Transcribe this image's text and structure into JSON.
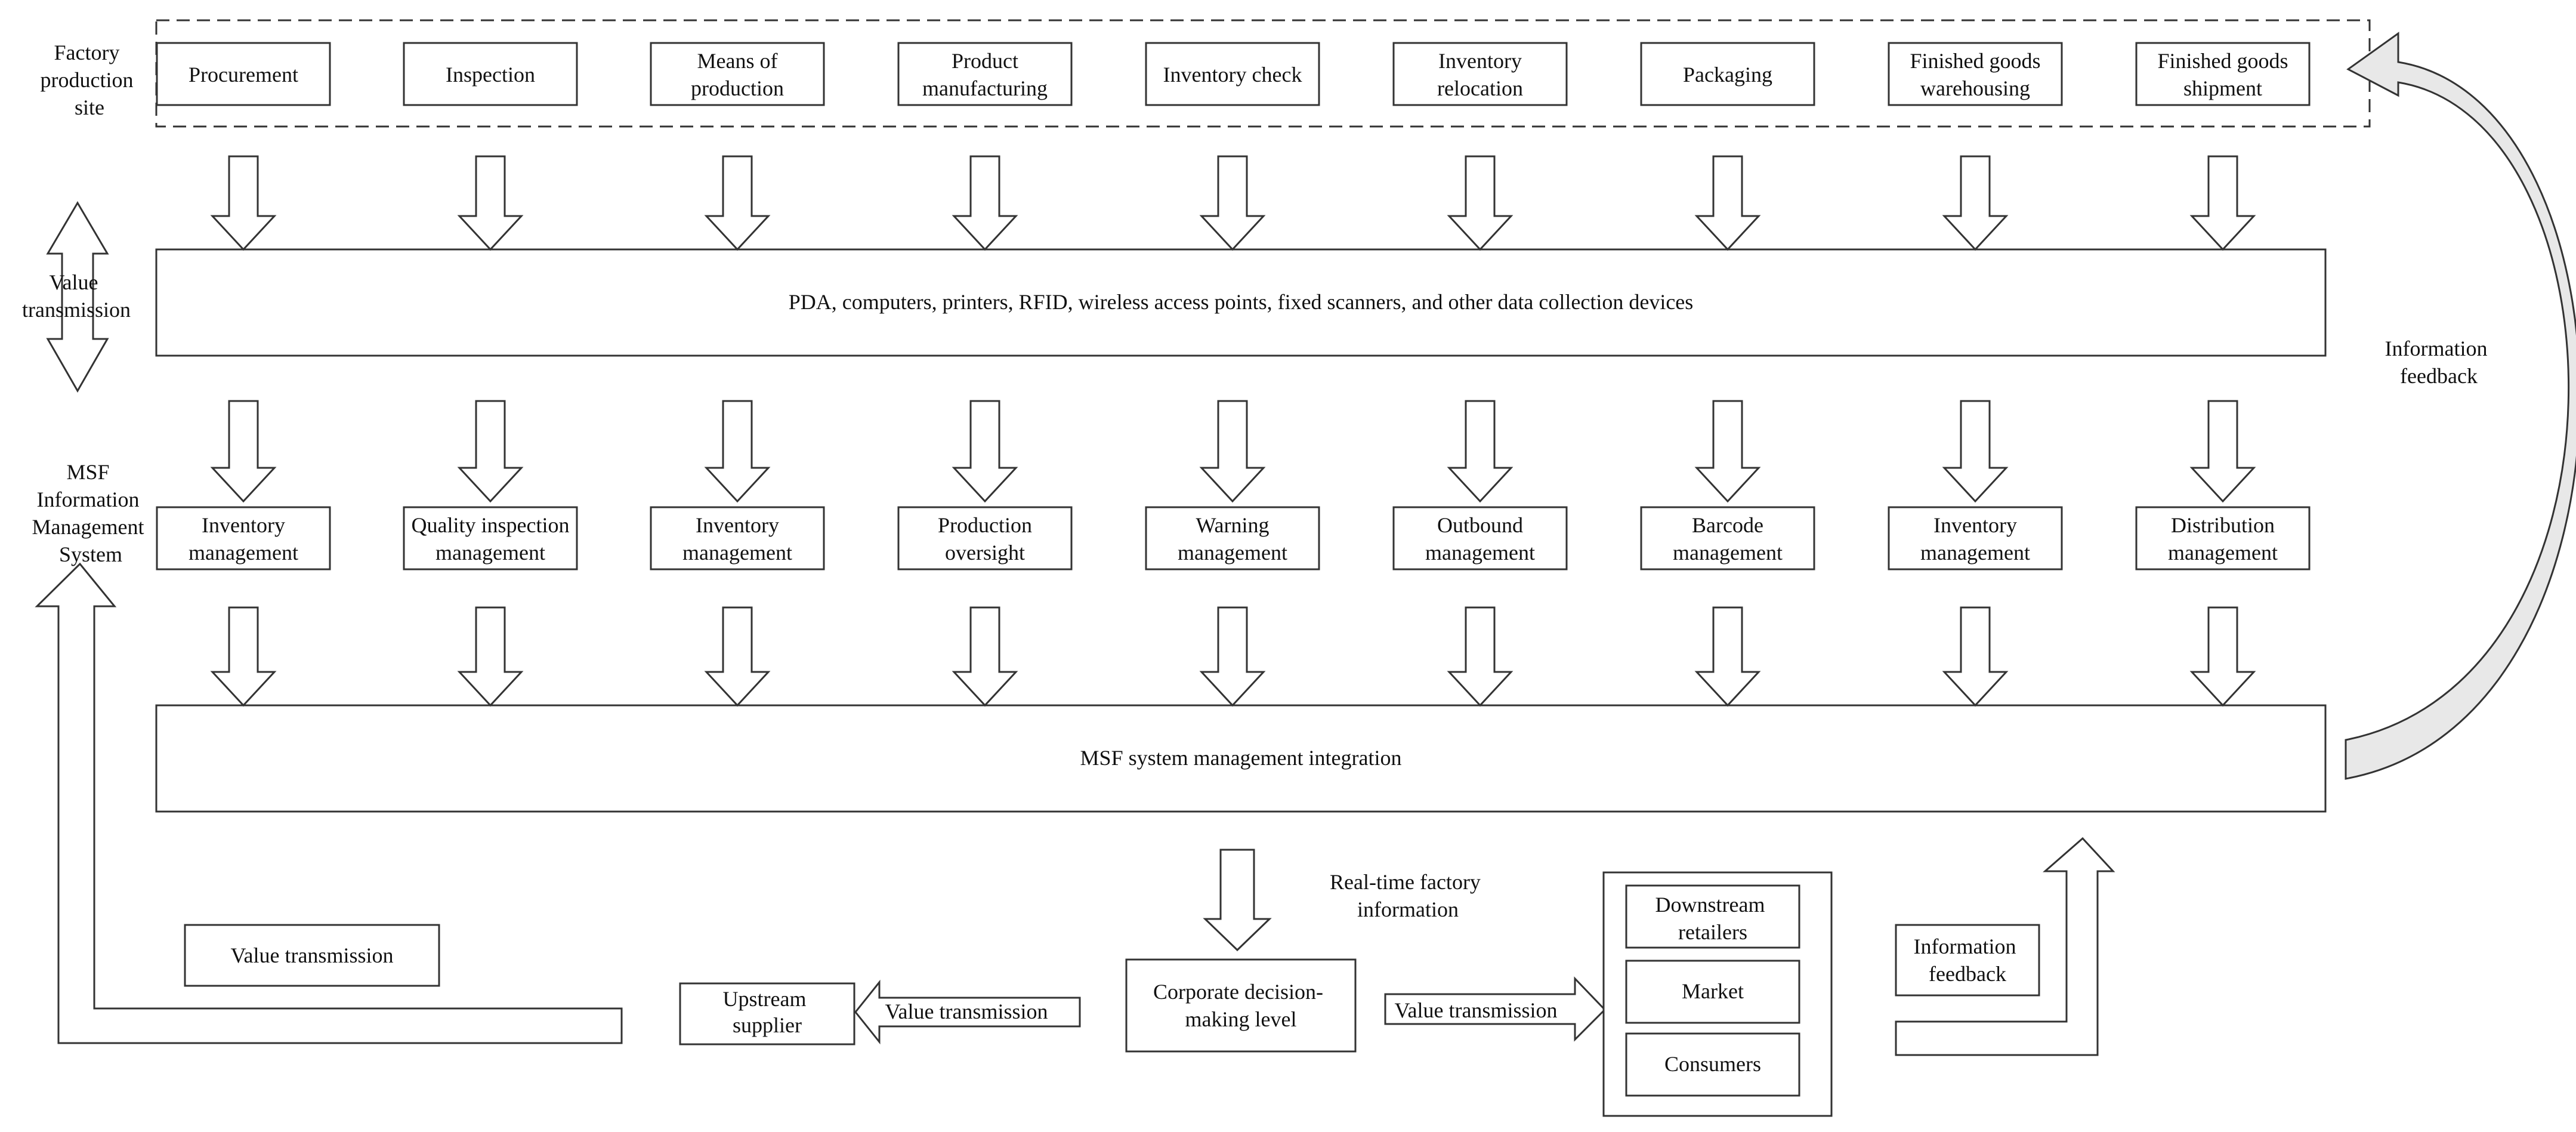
{
  "side_labels": {
    "factory_site": [
      "Factory",
      "production",
      "site"
    ],
    "value_transmission": [
      "Value",
      "transmission"
    ],
    "msf_system": [
      "MSF",
      "Information",
      "Management",
      "System"
    ],
    "information_feedback": [
      "Information",
      "feedback"
    ]
  },
  "site_steps": [
    [
      "Procurement"
    ],
    [
      "Inspection"
    ],
    [
      "Means of",
      "production"
    ],
    [
      "Product",
      "manufacturing"
    ],
    [
      "Inventory check"
    ],
    [
      "Inventory",
      "relocation"
    ],
    [
      "Packaging"
    ],
    [
      "Finished goods",
      "warehousing"
    ],
    [
      "Finished goods",
      "shipment"
    ]
  ],
  "devices_bar": "PDA, computers, printers, RFID, wireless access points, fixed scanners, and other data collection devices",
  "management_modules": [
    [
      "Inventory",
      "management"
    ],
    [
      "Quality inspection",
      "management"
    ],
    [
      "Inventory",
      "management"
    ],
    [
      "Production",
      "oversight"
    ],
    [
      "Warning",
      "management"
    ],
    [
      "Outbound",
      "management"
    ],
    [
      "Barcode",
      "management"
    ],
    [
      "Inventory",
      "management"
    ],
    [
      "Distribution",
      "management"
    ]
  ],
  "integration_bar": "MSF system management integration",
  "bottom": {
    "realtime_info": [
      "Real-time factory",
      "information"
    ],
    "corporate": [
      "Corporate decision-",
      "making level"
    ],
    "upstream": [
      "Upstream",
      "supplier"
    ],
    "value_transmission_left": "Value transmission",
    "value_transmission_middle": "Value transmission",
    "value_transmission_right": "Value transmission",
    "downstream": [
      "Downstream",
      "retailers"
    ],
    "market": "Market",
    "consumers": "Consumers",
    "info_feedback": [
      "Information",
      "feedback"
    ]
  },
  "colors": {
    "stroke": "#333333",
    "feedback_fill": "#e8e8e8",
    "background": "#ffffff"
  }
}
